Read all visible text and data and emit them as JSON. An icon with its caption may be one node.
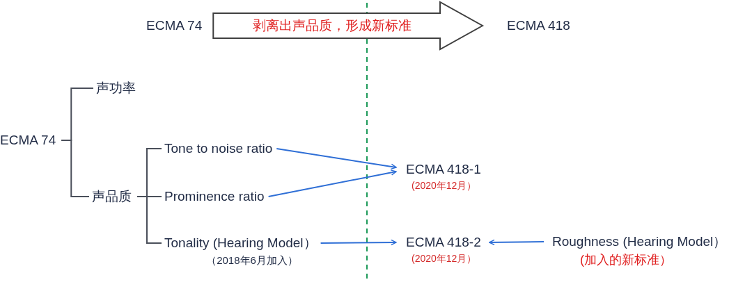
{
  "diagram": {
    "nodes": [
      {
        "text": [
          "ECMA 74"
        ]
      },
      {
        "text": [
          "ECMA 418"
        ]
      },
      {
        "text": [
          "ECMA 74"
        ]
      },
      {
        "text": [
          "声功率"
        ]
      },
      {
        "text": [
          "声品质"
        ]
      },
      {
        "text": [
          "Tone to noise ratio"
        ]
      },
      {
        "text": [
          "Prominence ratio"
        ]
      },
      {
        "text": [
          "Tonality (Hearing Model）"
        ],
        "beside": [
          "（2018年6月加入）"
        ]
      },
      {
        "text": [
          "ECMA 418-1"
        ],
        "beside": [
          "(2020年12月）"
        ]
      },
      {
        "text": [
          "ECMA 418-2"
        ],
        "beside": [
          "(2020年12月）"
        ]
      },
      {
        "text": [
          "Roughness (Hearing Model）"
        ],
        "beside": [
          "(加入的新标准）"
        ]
      }
    ],
    "edges": [
      {
        "from": 0,
        "to": 1,
        "arrow": "to",
        "label": "剥离出声品质，形成新标准",
        "style": "thick",
        "color": "#404040"
      },
      {
        "from": 2,
        "to": 3,
        "arrow": "none",
        "color": "#4a4f5a"
      },
      {
        "from": 2,
        "to": 4,
        "arrow": "none",
        "color": "#4a4f5a"
      },
      {
        "from": 4,
        "to": 5,
        "arrow": "none",
        "color": "#4a4f5a"
      },
      {
        "from": 4,
        "to": 6,
        "arrow": "none",
        "color": "#4a4f5a"
      },
      {
        "from": 4,
        "to": 7,
        "arrow": "none",
        "color": "#4a4f5a"
      },
      {
        "from": 5,
        "to": 8,
        "arrow": "to",
        "color": "#2f6fd6"
      },
      {
        "from": 6,
        "to": 8,
        "arrow": "to",
        "color": "#2f6fd6"
      },
      {
        "from": 7,
        "to": 9,
        "arrow": "to",
        "color": "#2f6fd6"
      },
      {
        "from": 10,
        "to": 9,
        "arrow": "to",
        "color": "#2f6fd6"
      }
    ]
  }
}
